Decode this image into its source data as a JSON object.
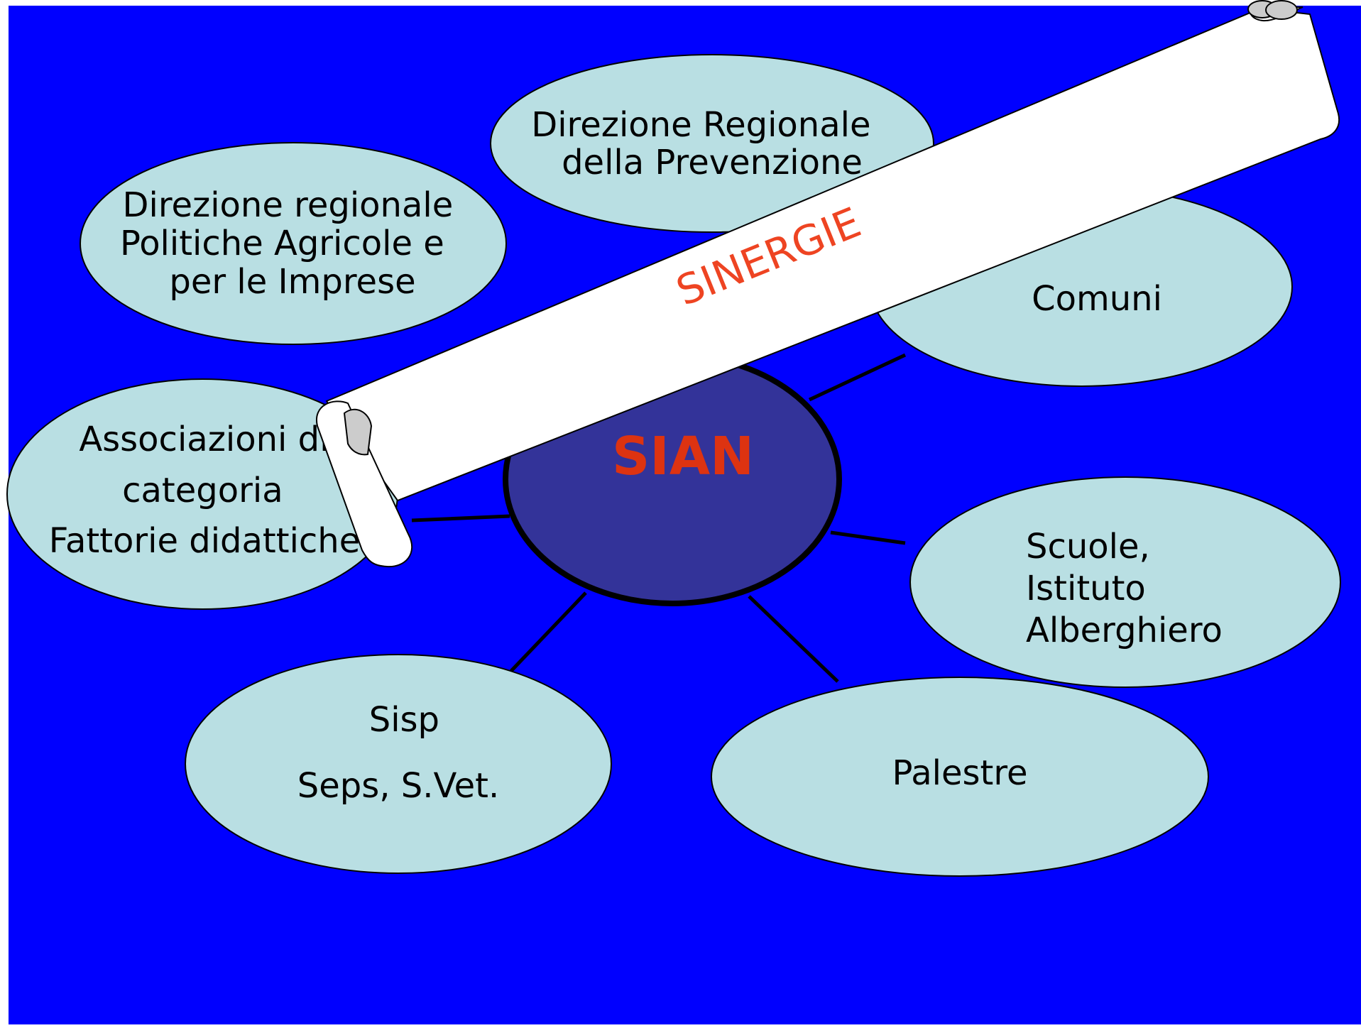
{
  "colors": {
    "background": "#0000ff",
    "node_fill": "#b9dfe3",
    "center_fill": "#333399",
    "center_text": "#dd3311",
    "banner_text": "#ee4422",
    "banner_fill": "#ffffff",
    "outline": "#000000"
  },
  "center": {
    "label": "SIAN"
  },
  "banner": {
    "label": "SINERGIE"
  },
  "nodes": {
    "direzione_prevenzione": {
      "lines": [
        "Direzione Regionale",
        "della Prevenzione"
      ]
    },
    "direzione_agricole": {
      "lines": [
        "Direzione regionale",
        "Politiche Agricole e",
        "per le Imprese"
      ]
    },
    "comuni": {
      "lines": [
        "Comuni"
      ]
    },
    "associazioni": {
      "lines": [
        "Associazioni di",
        "categoria",
        "Fattorie didattiche"
      ]
    },
    "scuole": {
      "lines": [
        "Scuole,",
        "Istituto",
        "Alberghiero"
      ]
    },
    "sisp": {
      "lines": [
        "Sisp",
        "Seps, S.Vet."
      ]
    },
    "palestre": {
      "lines": [
        "Palestre"
      ]
    }
  }
}
